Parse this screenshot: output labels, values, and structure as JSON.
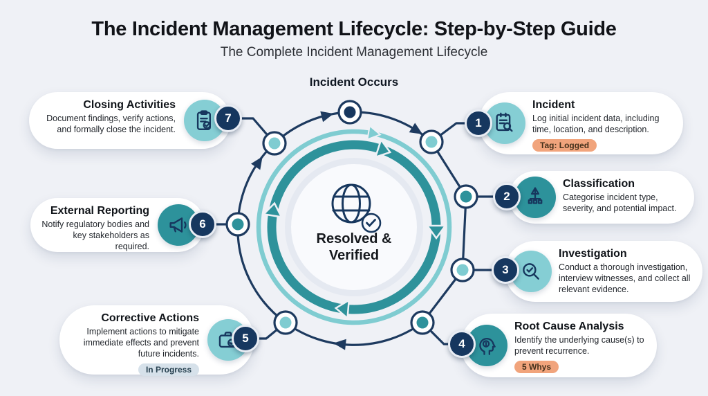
{
  "header": {
    "title": "The Incident Management Lifecycle: Step-by-Step Guide",
    "subtitle": "The Complete Incident Management Lifecycle"
  },
  "diagram": {
    "top_label": "Incident Occurs",
    "center_line1": "Resolved &",
    "center_line2": "Verified",
    "center_icon": "globe-check-icon",
    "flow_direction": "clockwise"
  },
  "steps": [
    {
      "number": "1",
      "title": "Incident",
      "description": "Log initial incident data, including time, location, and description.",
      "badge": "Tag: Logged",
      "badge_style": "orange",
      "icon": "clipboard-search-icon",
      "icon_circle": "light-teal"
    },
    {
      "number": "2",
      "title": "Classification",
      "description": "Categorise incident type, severity, and potential impact.",
      "icon": "hierarchy-alert-icon",
      "icon_circle": "dark-teal"
    },
    {
      "number": "3",
      "title": "Investigation",
      "description": "Conduct a thorough investigation, interview witnesses, and collect all relevant evidence.",
      "icon": "magnifier-check-icon",
      "icon_circle": "light-teal"
    },
    {
      "number": "4",
      "title": "Root Cause Analysis",
      "description": "Identify the underlying cause(s) to prevent recurrence.",
      "badge": "5 Whys",
      "badge_style": "orange",
      "icon": "head-alert-icon",
      "icon_circle": "dark-teal"
    },
    {
      "number": "5",
      "title": "Corrective Actions",
      "description": "Implement actions to mitigate immediate effects and prevent future incidents.",
      "badge": "In Progress",
      "badge_style": "blue",
      "icon": "briefcase-check-icon",
      "icon_circle": "light-teal"
    },
    {
      "number": "6",
      "title": "External Reporting",
      "description": "Notify regulatory bodies and key stakeholders as required.",
      "icon": "megaphone-icon",
      "icon_circle": "dark-teal"
    },
    {
      "number": "7",
      "title": "Closing Activities",
      "description": "Document findings, verify actions, and formally close the incident.",
      "icon": "clipboard-check-icon",
      "icon_circle": "light-teal"
    }
  ],
  "colors": {
    "background": "#eff1f6",
    "navy": "#1d3a5f",
    "number_badge_bg": "#16375f",
    "teal_dark": "#2e929b",
    "teal_light": "#7fccd1",
    "card_bg": "#ffffff",
    "orange_badge_bg": "#f1a47c",
    "blue_badge_bg": "#d6e1ea"
  }
}
